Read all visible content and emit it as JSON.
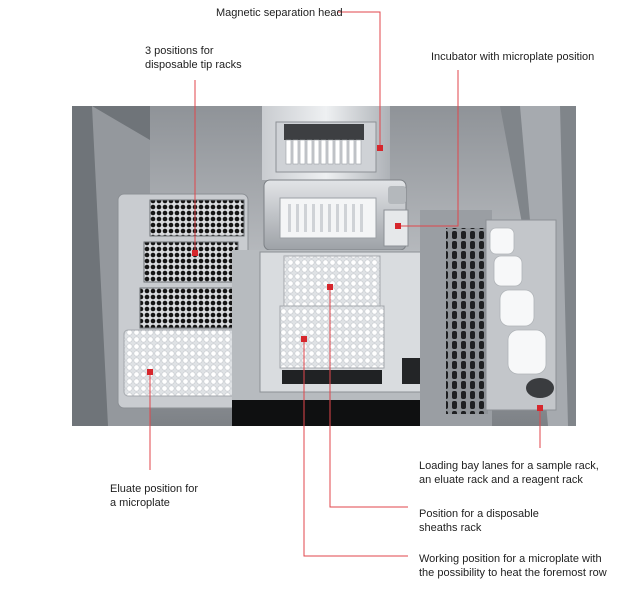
{
  "labels": {
    "magnetic_head": "Magnetic separation head",
    "tip_racks_1": "3 positions for",
    "tip_racks_2": "disposable tip racks",
    "incubator": "Incubator with microplate position",
    "eluate_1": "Eluate position for",
    "eluate_2": "a microplate",
    "loading_1": "Loading bay lanes for a sample rack,",
    "loading_2": "an eluate rack and a reagent rack",
    "sheaths_1": "Position for a disposable",
    "sheaths_2": "sheaths rack",
    "working_1": "Working position for a microplate with",
    "working_2": "the possibility to heat the foremost row"
  },
  "colors": {
    "callout": "#d6262c",
    "leader": "#e0464b"
  }
}
